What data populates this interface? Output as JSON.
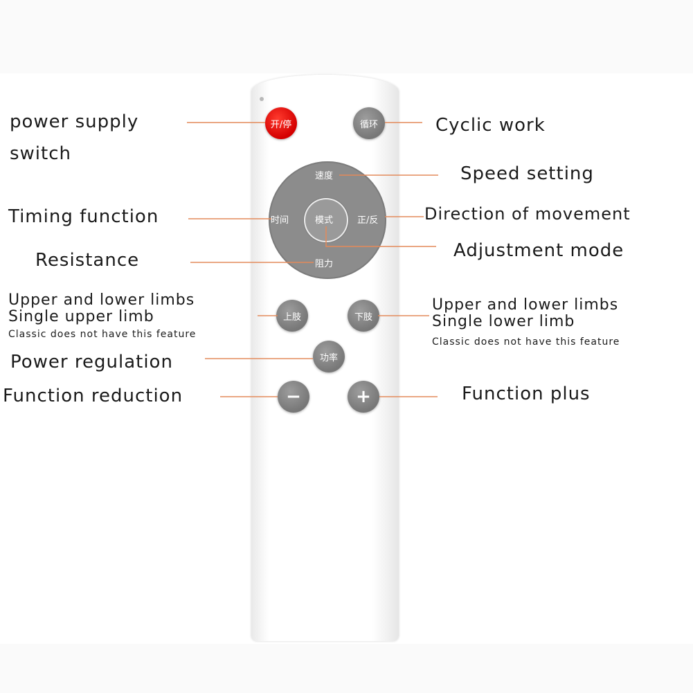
{
  "remote": {
    "buttons": {
      "power": "开/停",
      "cycle": "循环",
      "speed": "速度",
      "time": "时间",
      "mode": "模式",
      "direction": "正/反",
      "resistance": "阻力",
      "upper_limb": "上肢",
      "lower_limb": "下肢",
      "power_regulation": "功率",
      "minus": "−",
      "plus": "+"
    },
    "colors": {
      "power_button": "#e00000",
      "buttons": "#888888",
      "pointer_lines": "#e38a5a"
    }
  },
  "labels": {
    "power_supply_line1": "power supply",
    "power_supply_line2": "switch",
    "cyclic_work": "Cyclic work",
    "speed_setting": "Speed setting",
    "timing_function": "Timing function",
    "direction_of_movement": "Direction of movement",
    "adjustment_mode": "Adjustment mode",
    "resistance": "Resistance",
    "left_limbs_line1": "Upper and lower limbs",
    "left_limbs_line2": "Single upper limb",
    "left_limbs_note": "Classic does not have this feature",
    "right_limbs_line1": "Upper and lower limbs",
    "right_limbs_line2": "Single lower limb",
    "right_limbs_note": "Classic does not have this feature",
    "power_regulation": "Power regulation",
    "function_reduction": "Function reduction",
    "function_plus": "Function plus"
  }
}
